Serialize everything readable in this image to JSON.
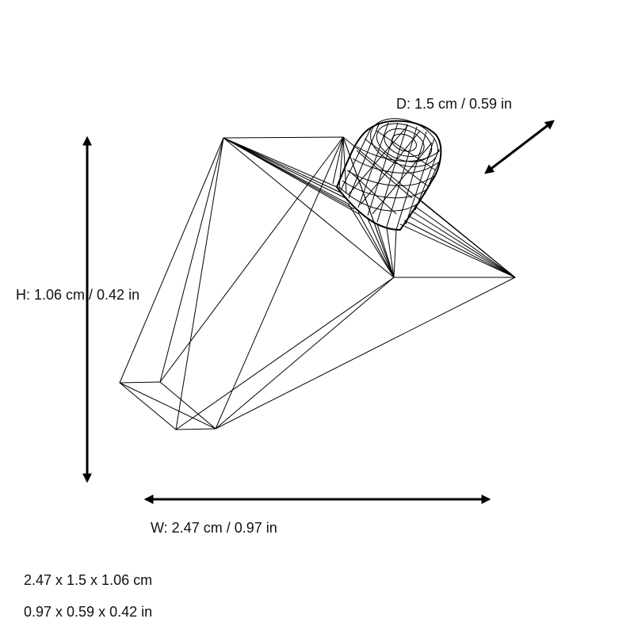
{
  "dimensions": {
    "depth_label": "D: 1.5 cm / 0.59 in",
    "height_label": "H: 1.06 cm / 0.42 in",
    "width_label": "W: 2.47 cm / 0.97 in"
  },
  "summary": {
    "cm": "2.47 x 1.5 x 1.06 cm",
    "in": "0.97 x 0.59 x 0.42 in"
  },
  "colors": {
    "line": "#000000",
    "background": "#ffffff"
  }
}
